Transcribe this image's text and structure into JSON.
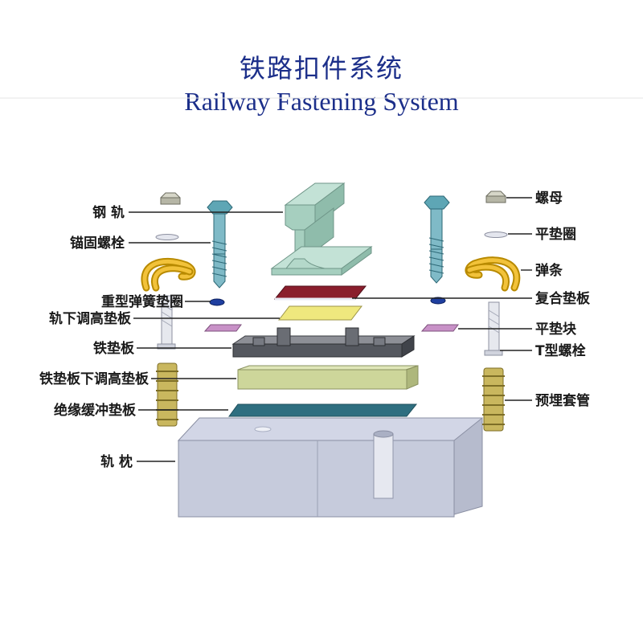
{
  "title_cn": "铁路扣件系统",
  "title_en": "Railway Fastening System",
  "labels_left": {
    "rail": "钢 轨",
    "anchor_bolt": "锚固螺栓",
    "heavy_spring_washer": "重型弹簧垫圈",
    "under_rail_adjust_pad": "轨下调高垫板",
    "iron_base_plate": "铁垫板",
    "under_plate_adjust_pad": "铁垫板下调高垫板",
    "insulation_buffer_pad": "绝缘缓冲垫板",
    "sleeper": "轨 枕"
  },
  "labels_right": {
    "nut": "螺母",
    "flat_washer": "平垫圈",
    "spring_clip": "弹条",
    "composite_pad": "复合垫板",
    "flat_block": "平垫块",
    "t_bolt": "T型螺栓",
    "embedded_sleeve": "预埋套管"
  }
}
